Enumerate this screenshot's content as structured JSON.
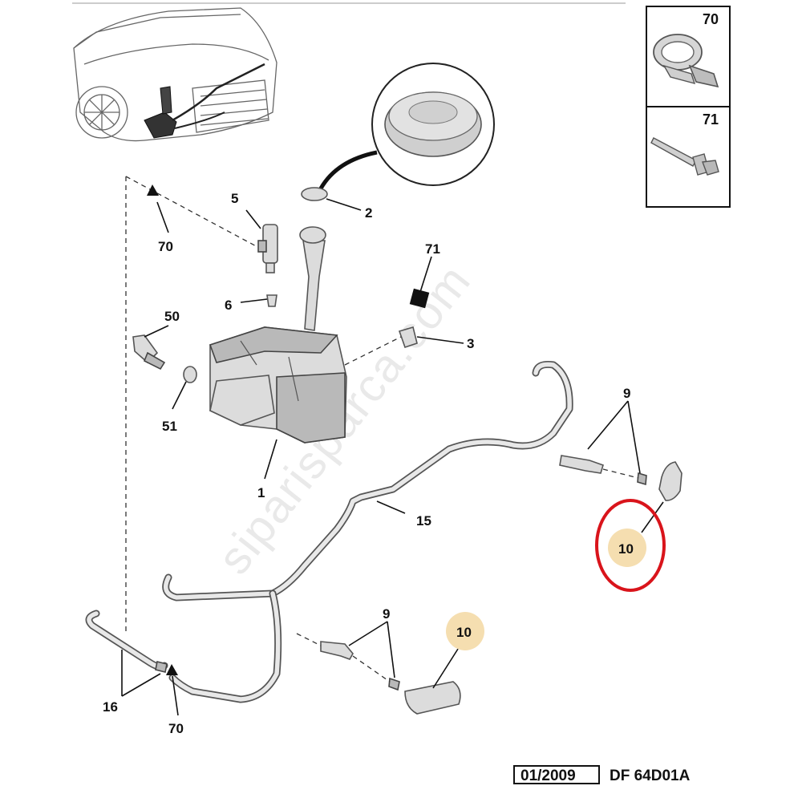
{
  "labels": {
    "l70_top": "70",
    "l5": "5",
    "l2": "2",
    "l71": "71",
    "l6": "6",
    "l50": "50",
    "l3": "3",
    "l51": "51",
    "l1": "1",
    "l9_right": "9",
    "l15": "15",
    "l10_right": "10",
    "l9_bottom": "9",
    "l10_bottom": "10",
    "l16": "16",
    "l70_bottom": "70"
  },
  "inset": {
    "top_label": "70",
    "bottom_label": "71"
  },
  "watermark": "siparisparca.com",
  "footer": {
    "date": "01/2009",
    "code": "DF 64D01A"
  },
  "colors": {
    "highlight_badge": "#f5deb0",
    "circle_annotation": "#d9141b",
    "line": "#111111"
  }
}
